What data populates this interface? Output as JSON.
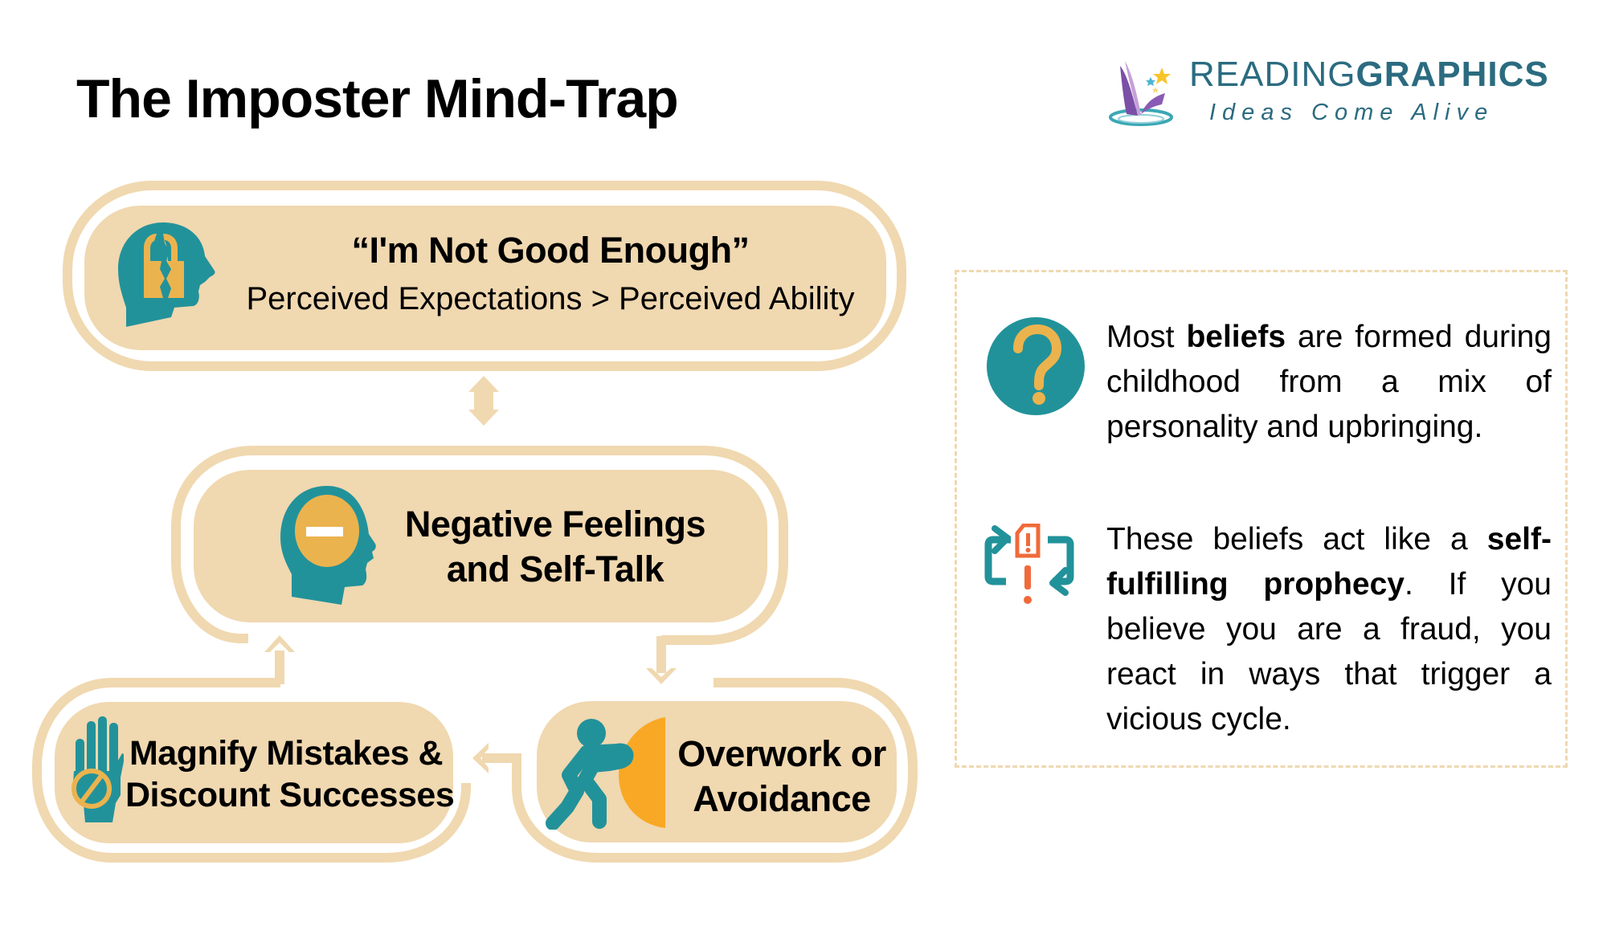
{
  "header": {
    "title": "The Imposter Mind-Trap"
  },
  "logo": {
    "brand_light": "READING",
    "brand_bold": "GRAPHICS",
    "tagline": "Ideas Come Alive",
    "color": "#2b6b80"
  },
  "cycle": {
    "top_node": {
      "title": "“I'm Not Good Enough”",
      "subtitle": "Perceived Expectations > Perceived Ability",
      "icon": "head-broken-lock-icon"
    },
    "middle_node": {
      "line1": "Negative Feelings",
      "line2": "and Self-Talk",
      "icon": "head-minus-icon"
    },
    "bottom_left_node": {
      "line1": "Magnify Mistakes &",
      "line2": "Discount Successes",
      "icon": "hand-prohibited-icon"
    },
    "bottom_right_node": {
      "line1": "Overwork or",
      "line2": "Avoidance",
      "icon": "person-pushing-icon"
    },
    "arrows": [
      "double-arrow-top-middle",
      "arrow-middle-to-bottom-right",
      "arrow-bottom-right-to-bottom-left",
      "arrow-bottom-left-to-middle"
    ]
  },
  "sidebar": {
    "item1": {
      "icon": "question-mark-icon",
      "pre": "Most ",
      "bold": "beliefs",
      "post": " are formed during childhood from a mix of personality and upbringing."
    },
    "item2": {
      "icon": "cycle-alert-icon",
      "pre": "These beliefs act like a ",
      "bold": "self-fulfilling prophecy",
      "post": ". If you believe you are a fraud, you react in ways that trigger a vicious cycle."
    }
  },
  "colors": {
    "beige": "#f0d8b0",
    "teal": "#22929a",
    "gold": "#ebb34e",
    "orange": "#f9a825",
    "alert": "#f06a3a",
    "dash": "#f0d8b0"
  }
}
